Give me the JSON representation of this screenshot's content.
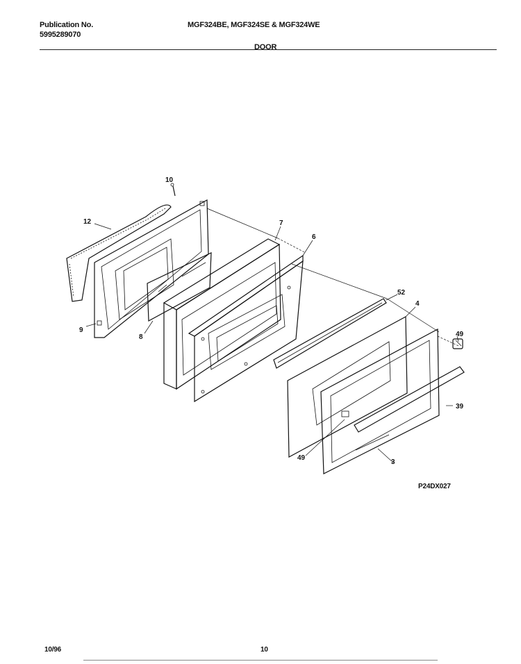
{
  "header": {
    "publication_label": "Publication No.",
    "publication_number": "5995289070",
    "models": "MGF324BE, MGF324SE & MGF324WE",
    "section_title": "DOOR"
  },
  "diagram": {
    "figure_code": "P24DX027",
    "callouts": [
      "10",
      "12",
      "7",
      "6",
      "52",
      "4",
      "49",
      "8",
      "9",
      "39",
      "49",
      "3"
    ]
  },
  "footer": {
    "date": "10/96",
    "page_number": "10"
  }
}
